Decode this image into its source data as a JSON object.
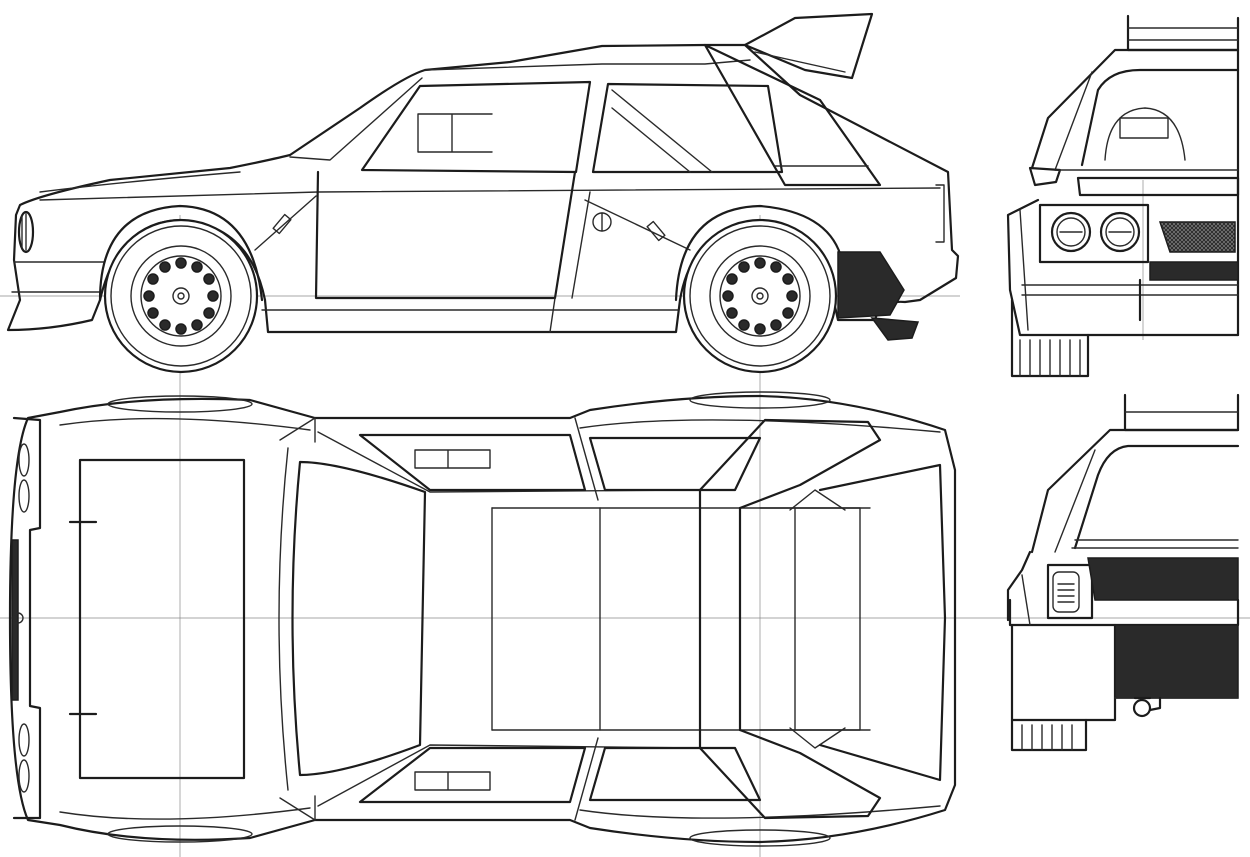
{
  "drawing": {
    "views": [
      {
        "id": "side",
        "label": ""
      },
      {
        "id": "front",
        "label": ""
      },
      {
        "id": "top",
        "label": ""
      },
      {
        "id": "rear",
        "label": ""
      }
    ],
    "colors": {
      "line": "#1c1c1c",
      "background": "#ffffff",
      "centerline": "#8a8a8a",
      "shade": "#2a2a2a"
    }
  }
}
